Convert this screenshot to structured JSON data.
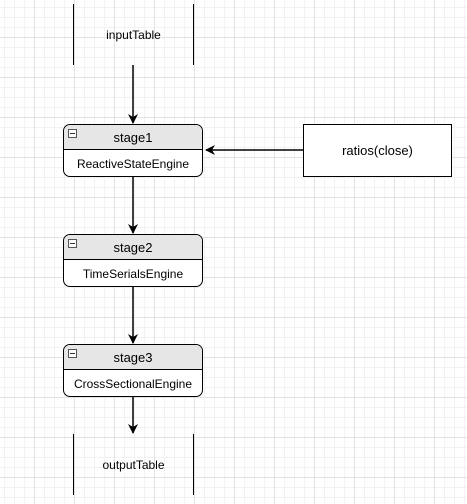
{
  "diagram": {
    "source_table": {
      "label": "inputTable"
    },
    "stages": [
      {
        "title": "stage1",
        "engine": "ReactiveStateEngine"
      },
      {
        "title": "stage2",
        "engine": "TimeSerialsEngine"
      },
      {
        "title": "stage3",
        "engine": "CrossSectionalEngine"
      }
    ],
    "side_input": {
      "label": "ratios(close)"
    },
    "sink_table": {
      "label": "outputTable"
    },
    "edges": [
      {
        "from": "inputTable",
        "to": "stage1"
      },
      {
        "from": "ratios(close)",
        "to": "stage1"
      },
      {
        "from": "stage1",
        "to": "stage2"
      },
      {
        "from": "stage2",
        "to": "stage3"
      },
      {
        "from": "stage3",
        "to": "outputTable"
      }
    ]
  }
}
